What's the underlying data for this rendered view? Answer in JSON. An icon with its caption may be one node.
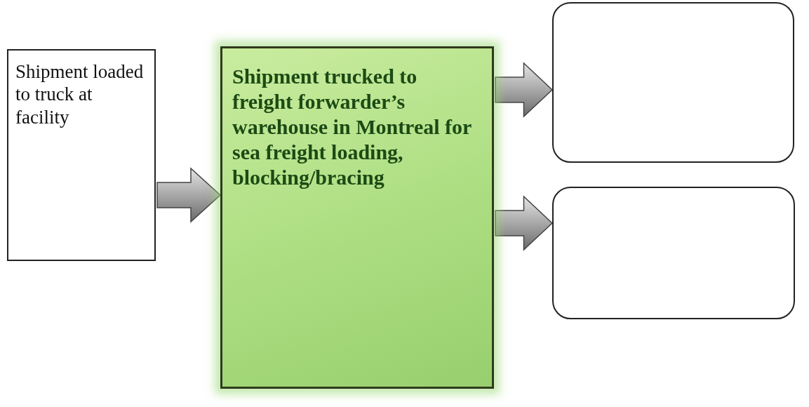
{
  "diagram": {
    "nodes": [
      {
        "text": [
          "Shipment loaded to truck at facility"
        ]
      },
      {
        "text": [
          "Shipment trucked to freight forwarder’s warehouse in Montreal for sea freight loading, blocking/bracing"
        ]
      },
      {
        "text": [],
        "shape": "box"
      },
      {
        "text": [],
        "shape": "box"
      }
    ],
    "edges": [
      {
        "from": 0,
        "to": 1,
        "arrow": "to"
      },
      {
        "from": 1,
        "to": 2,
        "arrow": "to"
      },
      {
        "from": 1,
        "to": 3,
        "arrow": "to"
      }
    ]
  }
}
